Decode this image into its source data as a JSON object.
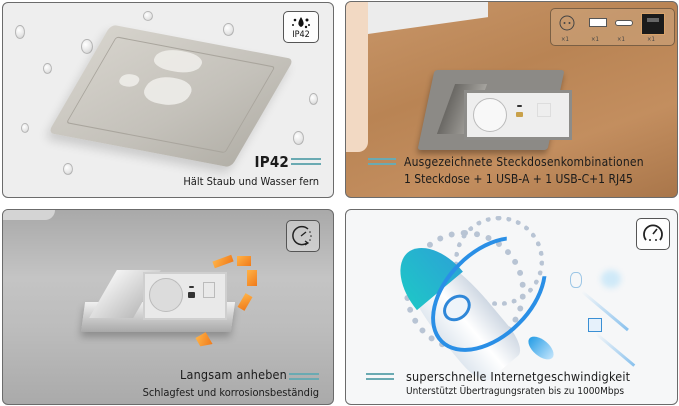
{
  "panels": [
    {
      "id": "waterproof",
      "badge": {
        "icon": "water-drops-icon",
        "label": "IP42"
      },
      "title": "IP42",
      "subtitle": "Hält Staub und Wasser fern",
      "background": "#eeeeee"
    },
    {
      "id": "socket-combinations",
      "ports": [
        {
          "icon": "schuko-socket-icon",
          "count": "×1"
        },
        {
          "icon": "usb-a-icon",
          "count": "×1"
        },
        {
          "icon": "usb-c-icon",
          "count": "×1"
        },
        {
          "icon": "rj45-icon",
          "count": "×1"
        }
      ],
      "title": "Ausgezeichnete Steckdosenkombinationen",
      "subtitle": "1 Steckdose + 1 USB-A + 1 USB-C+1 RJ45",
      "background": "#c08c5c"
    },
    {
      "id": "slow-lift",
      "badge": {
        "icon": "slow-rotate-timer-icon"
      },
      "title": "Langsam anheben",
      "subtitle": "Schlagfest und korrosionsbeständig",
      "background": "#bdbdbd"
    },
    {
      "id": "fast-internet",
      "badge": {
        "icon": "speedometer-icon"
      },
      "title": "superschnelle Internetgeschwindigkeit",
      "subtitle": "Unterstützt Übertragungsraten bis zu 1000Mbps",
      "background": "#f6f7f8"
    }
  ],
  "colors": {
    "accent_lines": "#6aaab2",
    "arrow_orange": "#f59a2e",
    "rocket_blue": "#2a8fe6",
    "rocket_teal": "#1fc4c8",
    "border": "#6b6b6b"
  }
}
